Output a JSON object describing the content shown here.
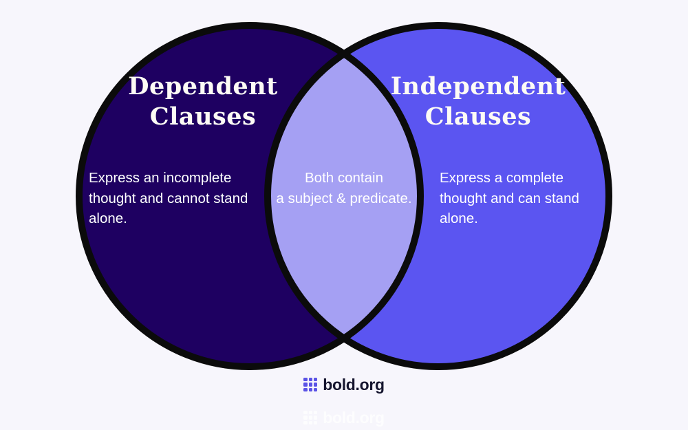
{
  "page": {
    "background_color": "#f7f6fc"
  },
  "diagram": {
    "stroke_color": "#0b0b0b",
    "title_text_color": "#fdfbf5",
    "body_text_color": "#ffffff",
    "left": {
      "fill": "#1e0061",
      "title_lines": [
        "Dependent",
        "Clauses"
      ],
      "description_lines": [
        "Express an incomplete",
        "thought and cannot stand",
        "alone."
      ]
    },
    "right": {
      "fill": "#5b55f1",
      "title_lines": [
        "Independent",
        "Clauses"
      ],
      "description_lines": [
        "Express a complete",
        "thought and can stand",
        "alone."
      ]
    },
    "overlap": {
      "fill": "#a5a0f3",
      "description_lines": [
        "Both contain",
        "a subject & predicate."
      ]
    }
  },
  "footer": {
    "logo_text": "bold.org",
    "logo_text_color": "#15152e",
    "icon_color": "#5a52e6"
  },
  "watermark": {
    "logo_text": "bold.org",
    "logo_text_color": "#ffffff",
    "icon_color": "#ffffff"
  }
}
